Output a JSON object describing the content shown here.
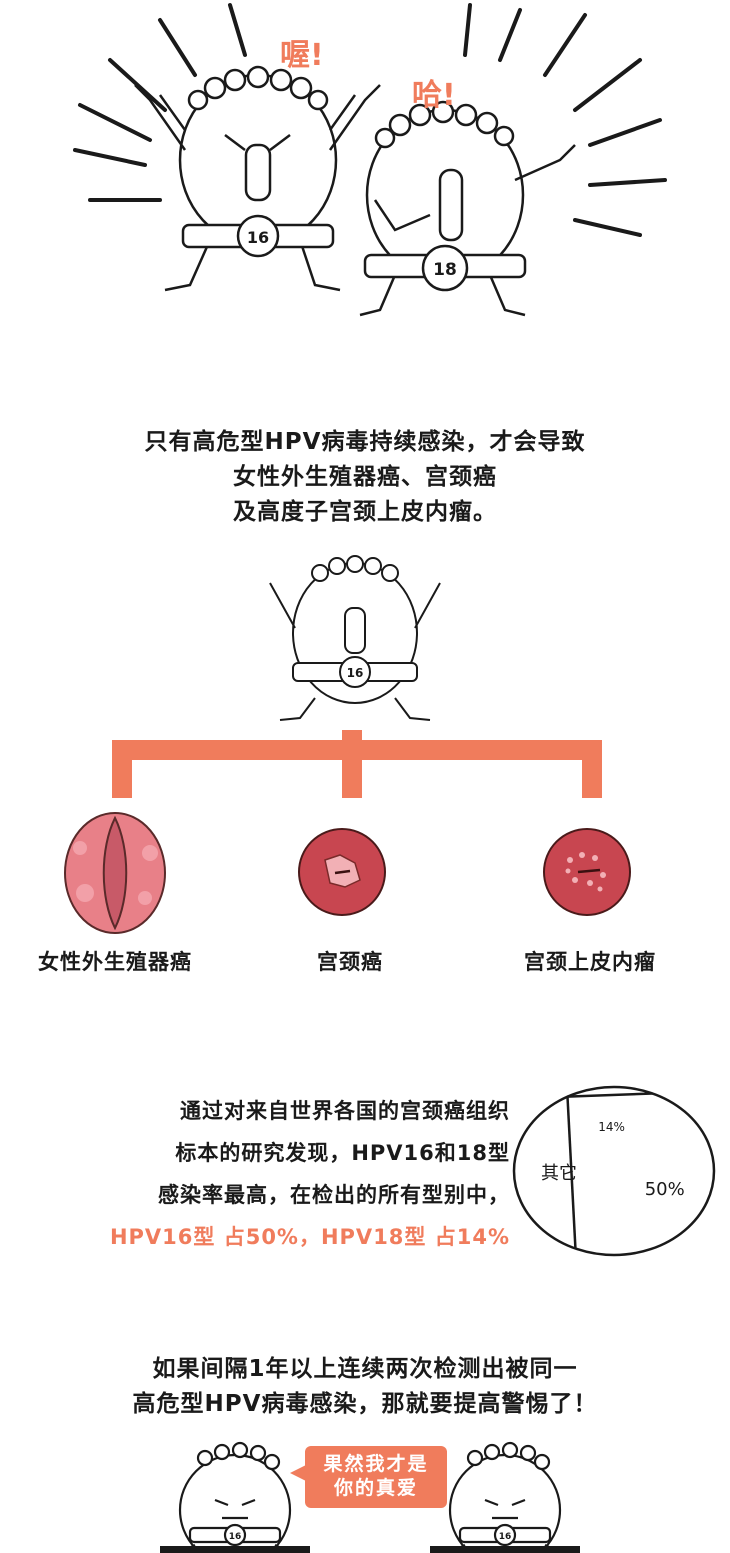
{
  "top_scene": {
    "left_exclaim": "喔!",
    "right_exclaim": "哈!",
    "left_badge": "16",
    "right_badge": "18"
  },
  "intro": {
    "line1": "只有高危型HPV病毒持续感染，才会导致",
    "line2": "女性外生殖器癌、宫颈癌",
    "line3": "及高度子宫颈上皮内瘤。"
  },
  "tree": {
    "root_badge": "16",
    "branches": [
      {
        "label": "女性外生殖器癌"
      },
      {
        "label": "宫颈癌"
      },
      {
        "label": "宫颈上皮内瘤"
      }
    ],
    "accent_color": "#f07c5c"
  },
  "stats": {
    "line1": "通过对来自世界各国的宫颈癌组织",
    "line2": "标本的研究发现，HPV16和18型",
    "line3": "感染率最高，在检出的所有型别中，",
    "highlight": "HPV16型 占50%，HPV18型 占14%"
  },
  "chart_data": {
    "type": "pie",
    "values": [
      14,
      50,
      36
    ],
    "labels": [
      "14%",
      "50%",
      "其它"
    ]
  },
  "warning": {
    "line1": "如果间隔1年以上连续两次检测出被同一",
    "line2": "高危型HPV病毒感染，那就要提高警惕了！"
  },
  "bottom_scene": {
    "bubble_line1": "果然我才是",
    "bubble_line2": "你的真爱",
    "left_badge": "16",
    "right_badge": "16"
  }
}
